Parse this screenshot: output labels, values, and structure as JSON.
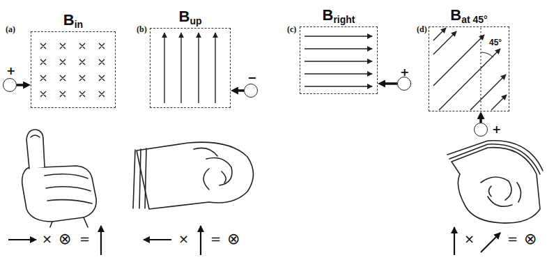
{
  "diagram": {
    "nodes": [
      {
        "text": [
          "B",
          "in"
        ]
      },
      {
        "text": [
          "+"
        ]
      },
      {
        "text": [
          "B",
          "up"
        ]
      },
      {
        "text": [
          "−"
        ]
      },
      {
        "text": [
          "B",
          "right"
        ]
      },
      {
        "text": [
          "+"
        ]
      },
      {
        "text": [
          "B",
          "at 45°"
        ]
      },
      {
        "text": [
          "+"
        ]
      }
    ],
    "edges": [
      {
        "from": 1,
        "to": 0,
        "arrow": "to"
      },
      {
        "from": 3,
        "to": 2,
        "arrow": "to"
      },
      {
        "from": 5,
        "to": 4,
        "arrow": "to"
      },
      {
        "from": 7,
        "to": 6,
        "arrow": "to"
      }
    ],
    "labels": [
      "(a)",
      "(b)",
      "(c)",
      "(d)",
      "45°",
      "×",
      "⊗",
      "=",
      "×",
      "=",
      "⊗",
      "×",
      "=",
      "⊗"
    ]
  }
}
